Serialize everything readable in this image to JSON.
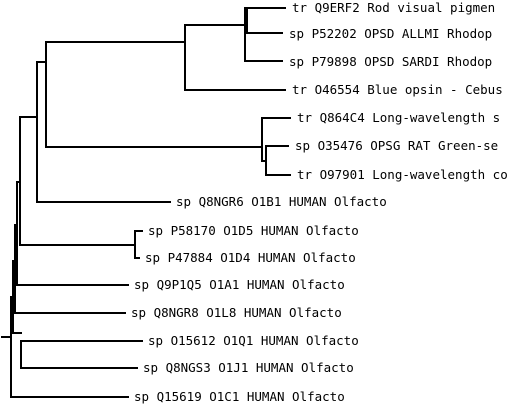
{
  "tree": {
    "leaves": [
      {
        "id": "l1",
        "label": "tr Q9ERF2 Rod visual pigmen"
      },
      {
        "id": "l2",
        "label": "sp P52202 OPSD ALLMI Rhodop"
      },
      {
        "id": "l3",
        "label": "sp P79898 OPSD SARDI Rhodop"
      },
      {
        "id": "l4",
        "label": "tr O46554 Blue opsin - Cebus"
      },
      {
        "id": "l5",
        "label": "tr Q864C4 Long-wavelength s"
      },
      {
        "id": "l6",
        "label": "sp O35476 OPSG RAT Green-se"
      },
      {
        "id": "l7",
        "label": "tr O97901 Long-wavelength co"
      },
      {
        "id": "l8",
        "label": "sp Q8NGR6 O1B1 HUMAN Olfacto"
      },
      {
        "id": "l9",
        "label": "sp P58170 O1D5 HUMAN Olfacto"
      },
      {
        "id": "l10",
        "label": "sp P47884 O1D4 HUMAN Olfacto"
      },
      {
        "id": "l11",
        "label": "sp Q9P1Q5 O1A1 HUMAN Olfacto"
      },
      {
        "id": "l12",
        "label": "sp Q8NGR8 O1L8 HUMAN Olfacto"
      },
      {
        "id": "l13",
        "label": "sp O15612 O1Q1 HUMAN Olfacto"
      },
      {
        "id": "l14",
        "label": "sp Q8NGS3 O1J1 HUMAN Olfacto"
      },
      {
        "id": "l15",
        "label": "sp Q15619 O1C1 HUMAN Olfacto"
      }
    ]
  }
}
